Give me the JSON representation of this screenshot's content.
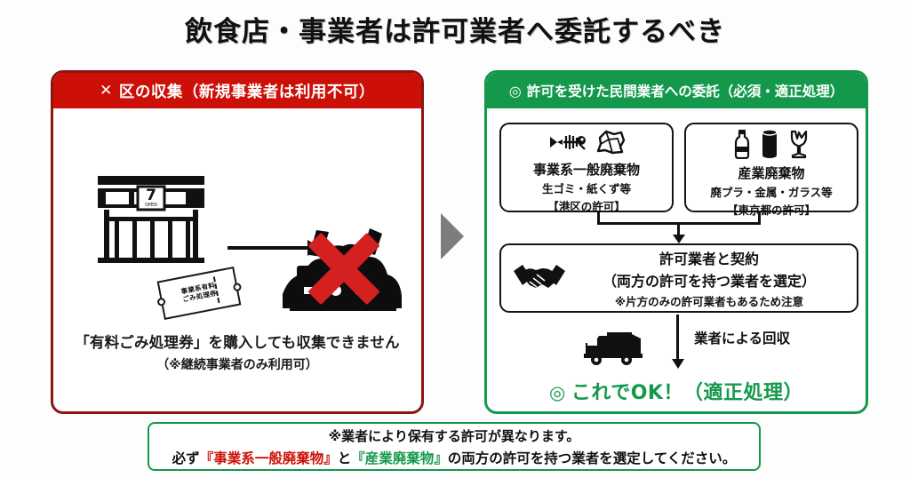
{
  "title": "飲食店・事業者は許可業者へ委託するべき",
  "colors": {
    "red": "#cc1008",
    "red_border": "#8d1510",
    "green": "#14994c",
    "black": "#111111",
    "x_mark_red": "#d42020",
    "center_arrow_gray": "#7d7d7d"
  },
  "ng_panel": {
    "header_mark": "✕",
    "header": "区の収集（新規事業者は利用不可）",
    "shop_icon": "storefront-icon",
    "ticket_icon": "garbage-ticket-icon",
    "ticket_line1": "事業系有料",
    "ticket_line2": "ごみ処理券",
    "arrow_icon": "right-arrow-icon",
    "trash_icon": "garbage-pile-icon",
    "x_overlay_icon": "red-x-icon",
    "caption_line1": "「有料ごみ処理券」を購入しても収集できません",
    "caption_line2": "（※継続事業者のみ利用可）"
  },
  "center": {
    "arrow_icon": "triangle-right-icon"
  },
  "ok_panel": {
    "header_mark": "◎",
    "header": "許可を受けた民間業者への委託（必須・適正処理）",
    "waste_boxes": [
      {
        "icons": [
          "fish-bone-icon",
          "crumpled-paper-icon"
        ],
        "title": "事業系一般廃棄物",
        "subtitle": "生ゴミ・紙くず等",
        "permit": "【港区の許可】"
      },
      {
        "icons": [
          "plastic-bottle-icon",
          "can-icon",
          "broken-glass-icon"
        ],
        "title": "産業廃棄物",
        "subtitle": "廃プラ・金属・ガラス等",
        "permit": "【東京都の許可】"
      }
    ],
    "contract": {
      "icon": "handshake-icon",
      "line1": "許可業者と契約",
      "line2": "（両方の許可を持つ業者を選定）",
      "line3": "※片方のみの許可業者もあるため注意"
    },
    "collection": {
      "icon": "garbage-truck-icon",
      "label": "業者による回収"
    },
    "result_mark": "◎",
    "result": "これでOK！（適正処理）"
  },
  "note": {
    "line1": "※業者により保有する許可が異なります。",
    "line2_a": "必ず",
    "line2_red": "『事業系一般廃棄物』",
    "line2_b": "と",
    "line2_green": "『産業廃棄物』",
    "line2_c": "の両方の許可を持つ業者を選定してください。"
  }
}
